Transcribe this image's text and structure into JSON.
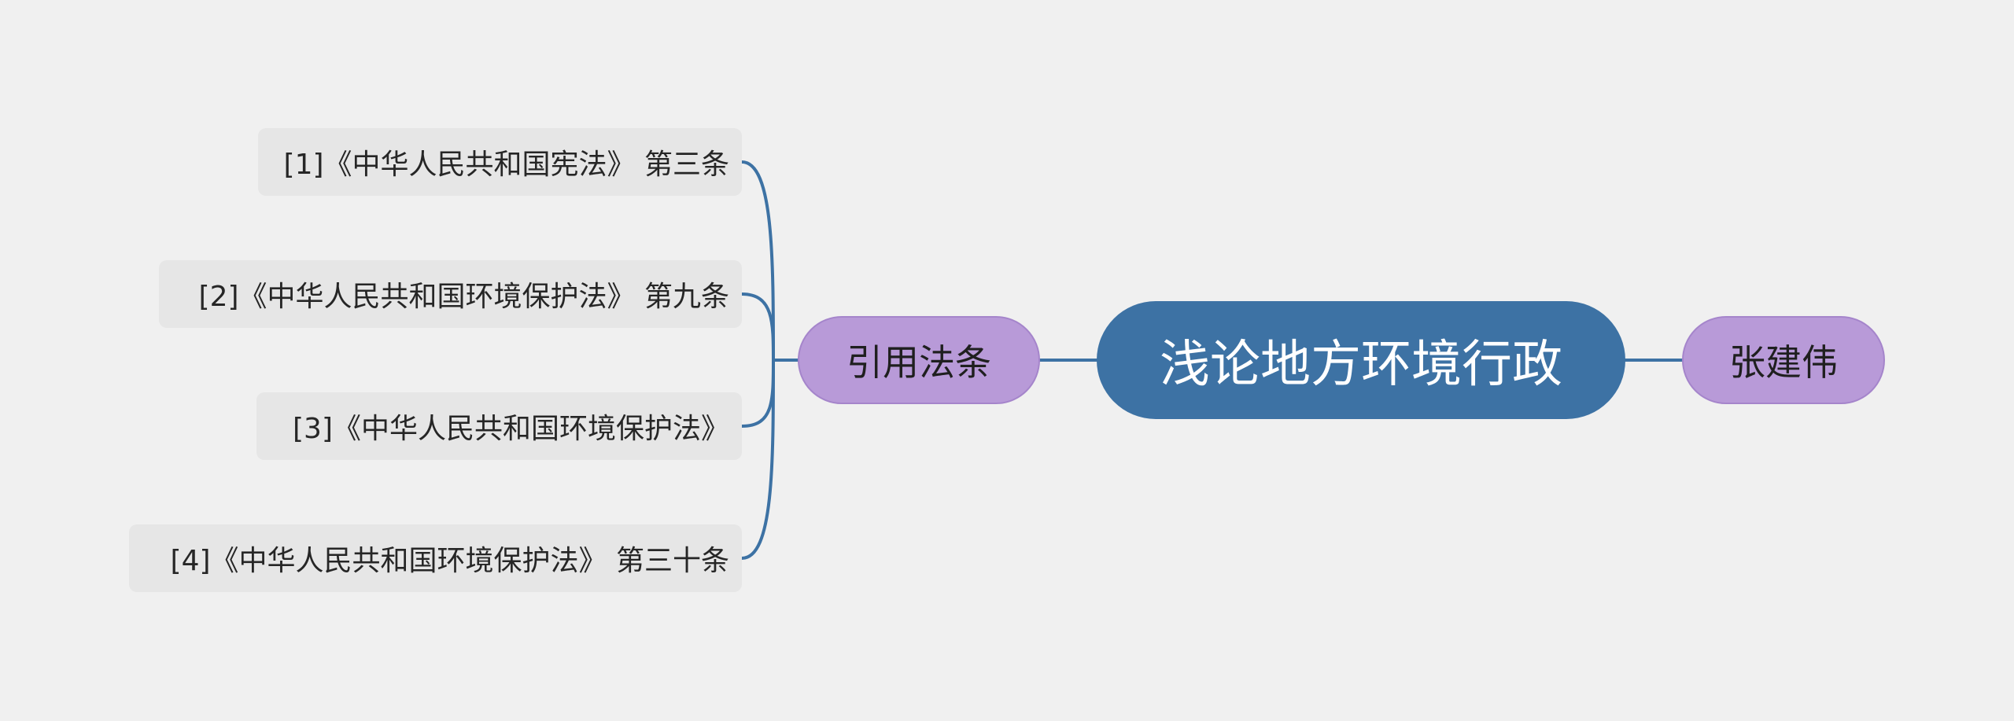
{
  "mindmap": {
    "central": {
      "label": "浅论地方环境行政"
    },
    "branches": [
      {
        "label": "引用法条",
        "children": [
          {
            "label": "[1]《中华人民共和国宪法》 第三条"
          },
          {
            "label": "[2]《中华人民共和国环境保护法》 第九条"
          },
          {
            "label": "[3]《中华人民共和国环境保护法》"
          },
          {
            "label": "[4]《中华人民共和国环境保护法》 第三十条"
          }
        ]
      },
      {
        "label": "张建伟"
      }
    ]
  },
  "colors": {
    "background": "#f0f0f0",
    "central_fill": "#3d72a4",
    "branch_fill": "#b89ad8",
    "leaf_fill": "#e6e6e6",
    "connector": "#3d72a4"
  }
}
